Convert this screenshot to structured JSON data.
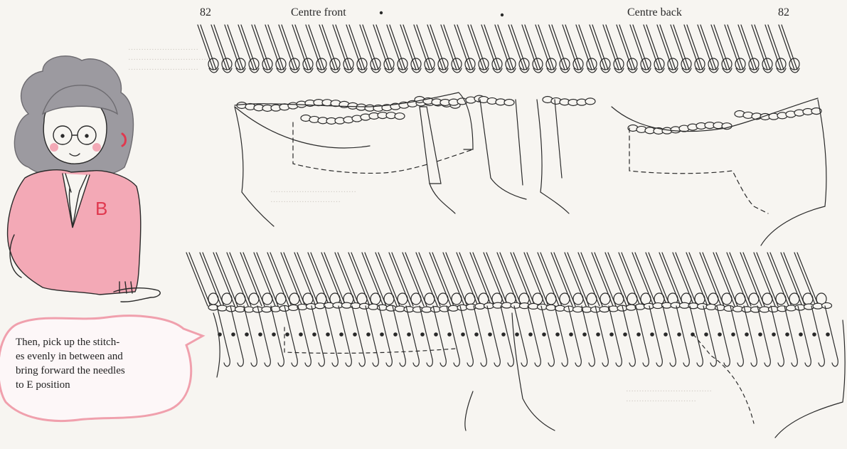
{
  "header": {
    "left_count": "82",
    "left_caption": "Centre front",
    "right_caption": "Centre back",
    "right_count": "82"
  },
  "speech_bubble": {
    "text_lines": [
      "Then, pick up the stitch-",
      "es evenly in between and",
      "bring forward the needles",
      "to E position"
    ]
  },
  "illustration": {
    "character_letter": "B",
    "colors": {
      "ink": "#2a2a2a",
      "paper": "#f7f5f1",
      "hair": "#9c9aa0",
      "sweater": "#f3a9b6",
      "bubble_border": "#f0a0ad"
    }
  }
}
